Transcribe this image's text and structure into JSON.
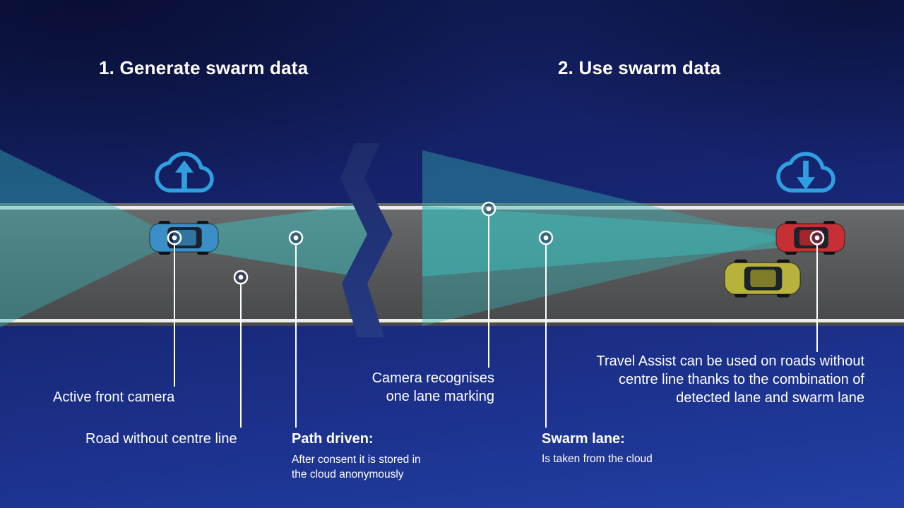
{
  "titles": {
    "generate": "1. Generate swarm data",
    "use": "2. Use swarm data"
  },
  "labels": {
    "active_front_camera": "Active front camera",
    "road_without_centre_line": "Road without centre line",
    "camera_recognises": "Camera recognises\none lane marking",
    "path_driven_title": "Path driven:",
    "path_driven_desc": "After consent it is stored in\nthe cloud anonymously",
    "swarm_lane_title": "Swarm lane:",
    "swarm_lane_desc": "Is taken from the cloud",
    "travel_assist": "Travel Assist can be used on roads without\ncentre line thanks to the combination of\ndetected lane and swarm lane"
  },
  "icons": {
    "left": "cloud-upload-icon",
    "right": "cloud-download-icon",
    "markers": "ring-dot-marker"
  },
  "colors": {
    "background_top": "#101a52",
    "background_bottom": "#2240a4",
    "road": "#58595b",
    "lane_marking": "#ececec",
    "camera_cone": "#35b5b5",
    "camera_beam": "#3cc0bd",
    "divider": "#203070",
    "cloud_blue": "#2f9fe0",
    "car_blue": "#3b8ec6",
    "car_red": "#c62f33",
    "car_yellow": "#b6b23c",
    "marker_white": "#ffffff",
    "text": "#ffffff"
  }
}
